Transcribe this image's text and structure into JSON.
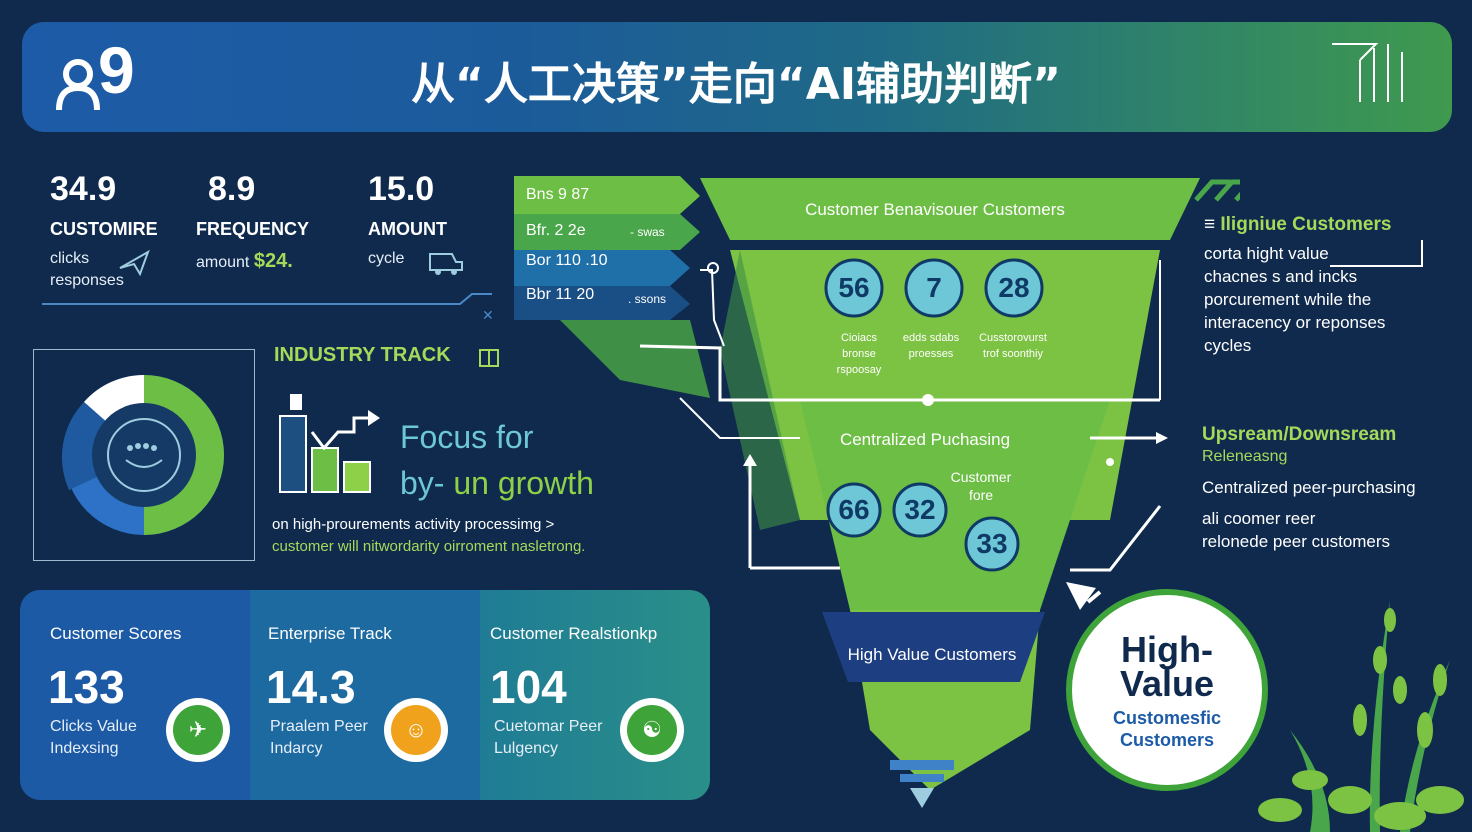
{
  "header": {
    "logo_text": "9",
    "title": "从“人工决策”走向“AI辅助判断”"
  },
  "stats": [
    {
      "value": "34.9",
      "label": "CUSTOMIRE",
      "sub1": "clicks",
      "sub2": "responses"
    },
    {
      "value": "8.9",
      "label": "FREQUENCY",
      "sub1": "amount",
      "highlight": "$24."
    },
    {
      "value": "15.0",
      "label": "AMOUNT",
      "sub1": "cycle"
    }
  ],
  "industry": {
    "label": "INDUSTRY TRACK",
    "focus_line1": "Focus for",
    "focus_line2a": "by-",
    "focus_line2b": "un growth",
    "desc_line1": "on high-prourements activity processimg >",
    "desc_line2": "customer will nitwordarity oirroment nasletrong."
  },
  "cards": [
    {
      "title": "Customer Scores",
      "value": "133",
      "sub": "Clicks Value Indexsing",
      "circle_color": "#3ea43a",
      "icon": "arrow-icon"
    },
    {
      "title": "Enterprise Track",
      "value": "14.3",
      "sub": "Praalem Peer Indarcy",
      "circle_color": "#f0a21c",
      "icon": "handshake-icon"
    },
    {
      "title": "Customer Realstionkp",
      "value": "104",
      "sub": "Cuetomar Peer Lulgency",
      "circle_color": "#3ea43a",
      "icon": "relationship-icon"
    }
  ],
  "funnel": {
    "tabs": [
      {
        "label": "Bns 9 87",
        "side": ""
      },
      {
        "label": "Bfr. 2 2e",
        "side": "- swas"
      },
      {
        "label": "Bor 110 .10",
        "side": ""
      },
      {
        "label": "Bbr 11 20",
        "side": ". ssons"
      }
    ],
    "top_label": "Customer Benavisouer Customers",
    "top_bubbles": [
      {
        "value": "56",
        "sub": "Cioiacs bronse rspoosay"
      },
      {
        "value": "7",
        "sub": "edds sdabs proesses"
      },
      {
        "value": "28",
        "sub": "Cusstorovurst trof soonthiy"
      }
    ],
    "mid_label": "Centralized Puchasing",
    "mid_side": "Customer fore",
    "mid_bubbles": [
      "66",
      "32",
      "33"
    ],
    "bottom_label": "High Value Customers"
  },
  "right": {
    "block1_head": "Iligniue Customers",
    "block1_body": [
      "corta hight value",
      "chacnes s and incks",
      "porcurement while the",
      "interacency or reponses",
      "cycles"
    ],
    "block2_head": "Upsream/Downsream",
    "block2_head2": "Releneasng",
    "block2_body": [
      "Centralized peer-purchasing",
      "ali coomer reer",
      "relonede peer customers"
    ]
  },
  "high_value": {
    "big1": "High-",
    "big2": "Value",
    "small1": "Customesfic",
    "small2": "Customers"
  },
  "colors": {
    "background": "#0f2a4d",
    "accent_green": "#a6d95a",
    "funnel_green": "#7cc243",
    "accent_teal": "#6ec7d6"
  }
}
